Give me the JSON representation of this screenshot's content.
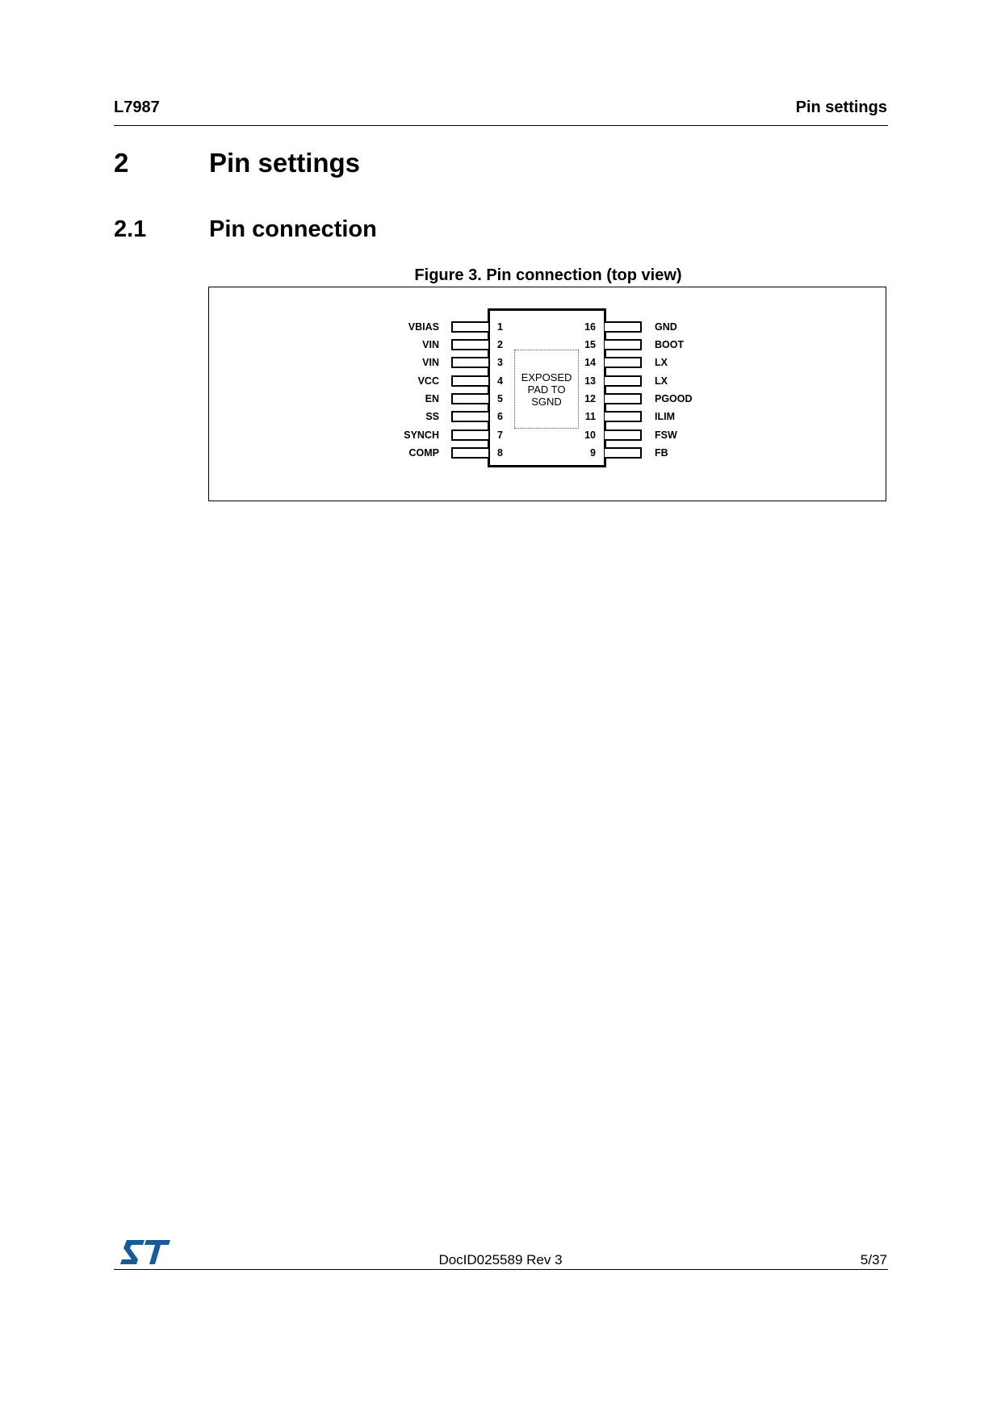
{
  "header": {
    "doc_title": "L7987",
    "section_title": "Pin settings"
  },
  "section": {
    "number": "2",
    "title": "Pin settings"
  },
  "subsection": {
    "number": "2.1",
    "title": "Pin connection"
  },
  "figure": {
    "caption": "Figure 3. Pin connection (top view)",
    "exposed_pad": [
      "EXPOSED",
      "PAD TO",
      "SGND"
    ],
    "left_pins": [
      {
        "num": "1",
        "name": "VBIAS"
      },
      {
        "num": "2",
        "name": "VIN"
      },
      {
        "num": "3",
        "name": "VIN"
      },
      {
        "num": "4",
        "name": "VCC"
      },
      {
        "num": "5",
        "name": "EN"
      },
      {
        "num": "6",
        "name": "SS"
      },
      {
        "num": "7",
        "name": "SYNCH"
      },
      {
        "num": "8",
        "name": "COMP"
      }
    ],
    "right_pins": [
      {
        "num": "16",
        "name": "GND"
      },
      {
        "num": "15",
        "name": "BOOT"
      },
      {
        "num": "14",
        "name": "LX"
      },
      {
        "num": "13",
        "name": "LX"
      },
      {
        "num": "12",
        "name": "PGOOD"
      },
      {
        "num": "11",
        "name": "ILIM"
      },
      {
        "num": "10",
        "name": "FSW"
      },
      {
        "num": "9",
        "name": "FB"
      }
    ]
  },
  "footer": {
    "logo": "st-logo",
    "logo_color": "#1a5a96",
    "doc_id": "DocID025589 Rev 3",
    "page": "5/37"
  }
}
